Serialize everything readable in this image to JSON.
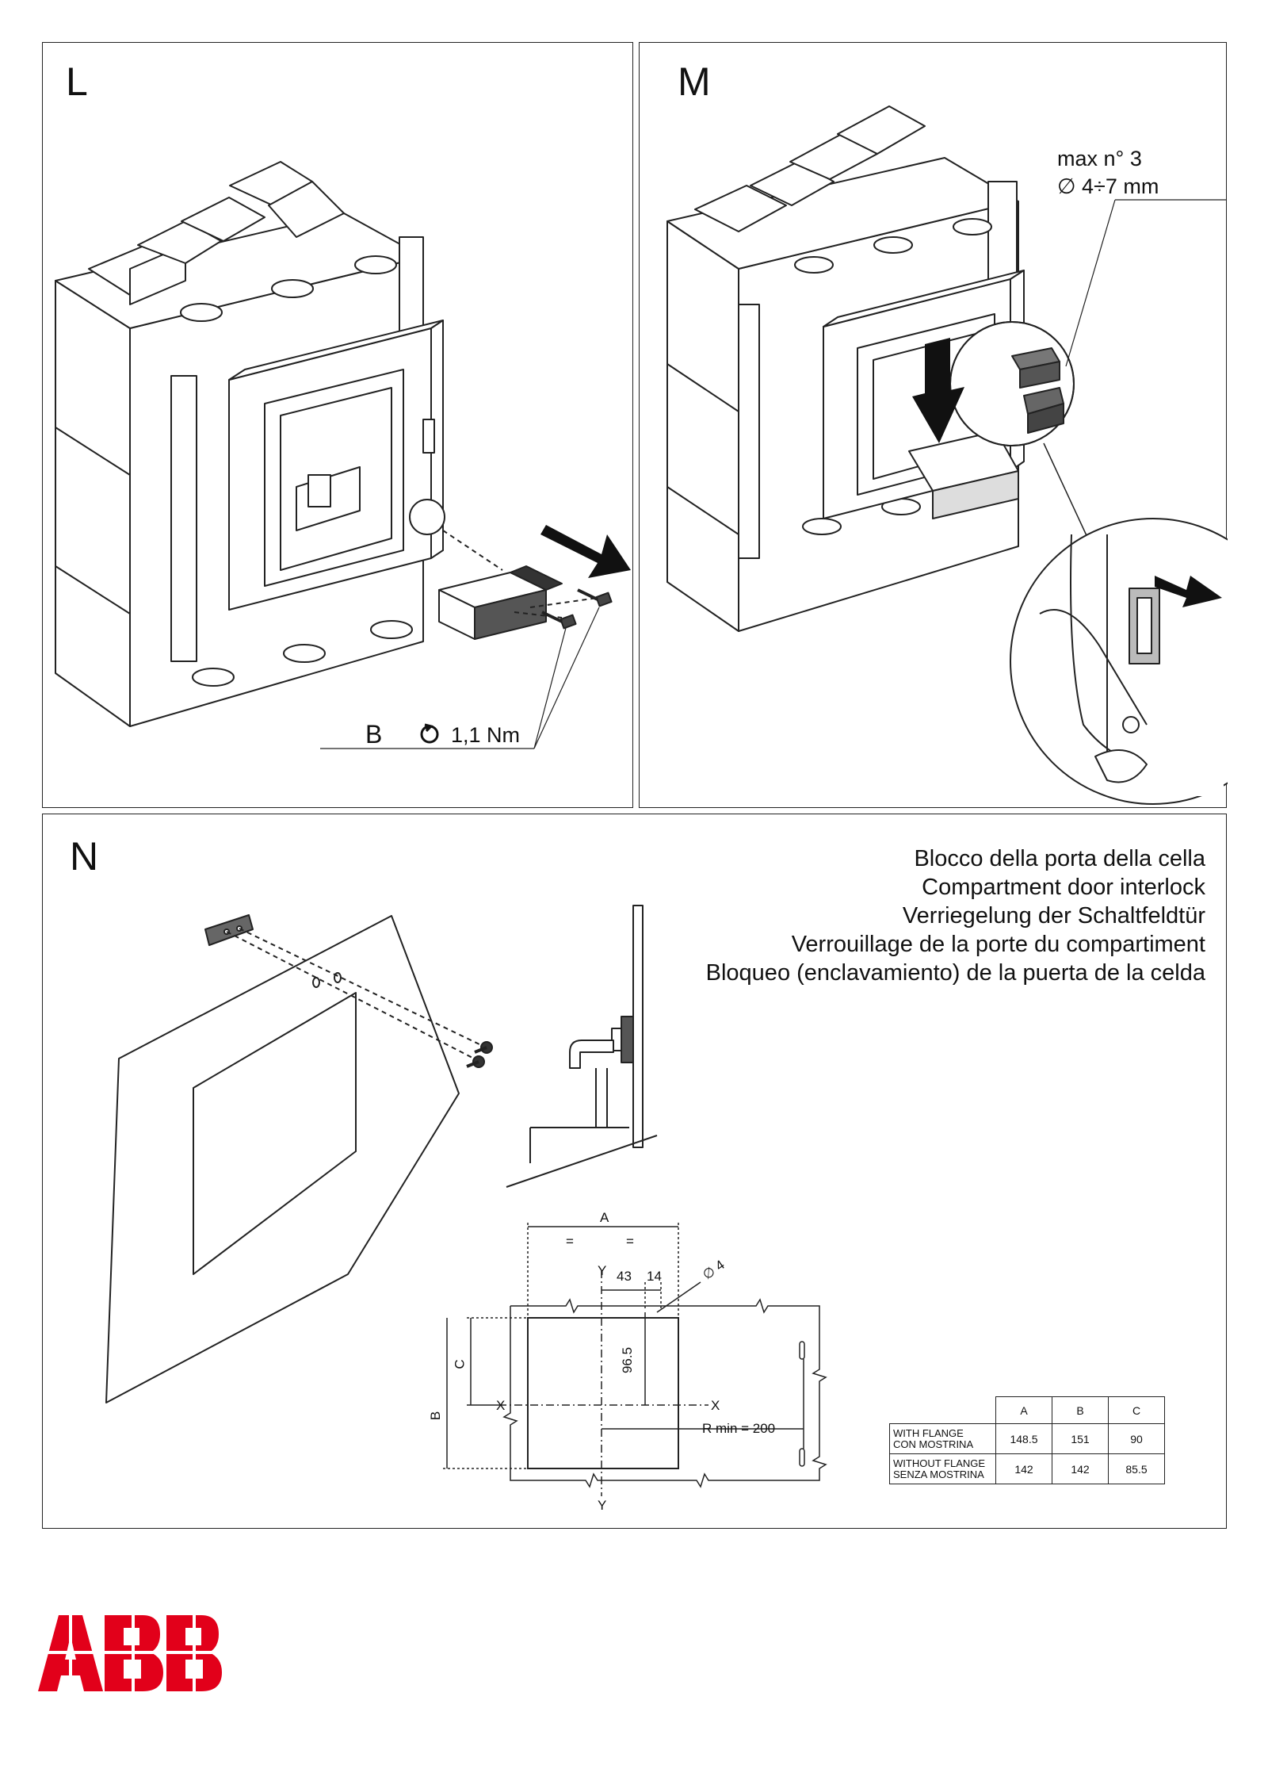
{
  "panels": {
    "L": {
      "letter": "L",
      "screw_label": "B",
      "torque": "1,1 Nm"
    },
    "M": {
      "letter": "M",
      "padlock_qty": "max n° 3",
      "padlock_dia": "∅ 4÷7 mm"
    },
    "N": {
      "letter": "N",
      "titles": [
        "Blocco della porta della cella",
        "Compartment door interlock",
        "Verriegelung der Schaltfeldtür",
        "Verrouillage de la porte du compartiment",
        "Bloqueo (enclavamiento) de la puerta de la celda"
      ],
      "dims": {
        "A": "A",
        "eq1": "=",
        "eq2": "=",
        "Y_top": "Y",
        "d43": "43",
        "d14": "14",
        "hole": "∅ 4",
        "d96": "96.5",
        "C": "C",
        "B": "B",
        "X_left": "X",
        "X_right": "X",
        "rmin": "R min = 200",
        "Y_bottom": "Y"
      },
      "table": {
        "headers": [
          "A",
          "B",
          "C"
        ],
        "rows": [
          {
            "label_line1": "WITH FLANGE",
            "label_line2": "CON MOSTRINA",
            "values": [
              "148.5",
              "151",
              "90"
            ]
          },
          {
            "label_line1": "WITHOUT FLANGE",
            "label_line2": "SENZA MOSTRINA",
            "values": [
              "142",
              "142",
              "85.5"
            ]
          }
        ]
      }
    }
  },
  "logo": {
    "text": "ABB",
    "color": "#e2001a"
  }
}
